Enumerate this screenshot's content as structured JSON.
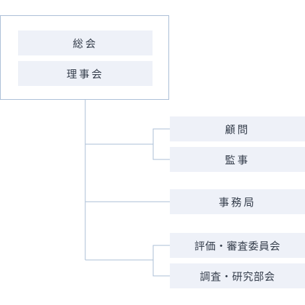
{
  "top_group": {
    "general_meeting": "総会",
    "board_of_directors": "理事会"
  },
  "branches": [
    {
      "items": [
        "顧問",
        "監事"
      ]
    },
    {
      "items": [
        "事務局"
      ]
    },
    {
      "items": [
        "評価・審査委員会",
        "調査・研究部会"
      ]
    }
  ],
  "colors": {
    "box_fill": "#eef1f8",
    "line": "#a9bdd6",
    "text": "#333c4a"
  }
}
